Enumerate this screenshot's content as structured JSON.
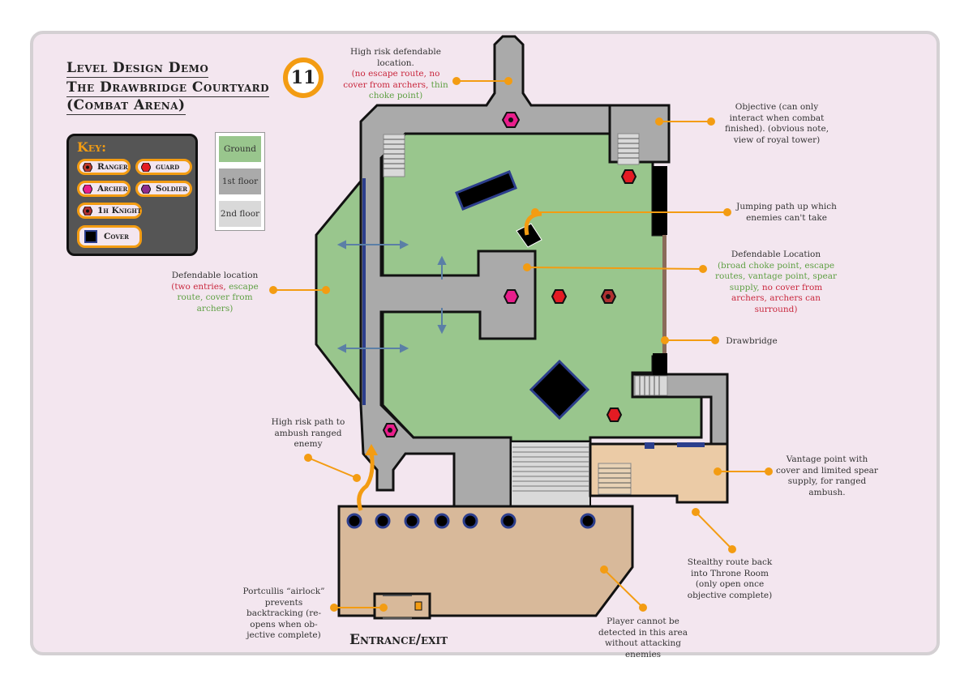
{
  "title": {
    "line1": "Level Design Demo",
    "line2": "The Drawbridge Courtyard",
    "line3": "(Combat Arena)"
  },
  "level_number": "11",
  "key": {
    "title": "Key:",
    "items": [
      {
        "label": "Ranger",
        "color": "#c0392b",
        "style": "ringed"
      },
      {
        "label": "guard",
        "color": "#e31b23",
        "style": "solid"
      },
      {
        "label": "Archer",
        "color": "#e91e8c",
        "style": "solid"
      },
      {
        "label": "Soldier",
        "color": "#8e2c8c",
        "style": "solid"
      },
      {
        "label": "1h Knight",
        "color": "#b03030",
        "style": "ringed"
      },
      {
        "label": "Cover",
        "color": "#000000",
        "style": "cover"
      }
    ]
  },
  "floors": {
    "ground": {
      "label": "Ground",
      "color": "#99c68d"
    },
    "first": {
      "label": "1st floor",
      "color": "#aaaaaa"
    },
    "second": {
      "label": "2nd floor",
      "color": "#d9d9d9"
    }
  },
  "colors": {
    "accent": "#f39c12",
    "wall": "#111111",
    "sand": "#d8b99a",
    "vantage": "#ebcba6",
    "banner": "#2c3e8c"
  },
  "notes": {
    "high_risk_location": {
      "title": "High risk defendable location.",
      "cons": "(no escape route, no cover from archers,",
      "pros": "thin choke point)"
    },
    "objective": {
      "text": "Objective (can only interact when combat finished). (obvious note, view of royal tower)"
    },
    "jumping_path": {
      "text": "Jumping path up which enemies can't take"
    },
    "defendable_location_right": {
      "title": "Defendable Location",
      "pros": "(broad choke point, escape routes, vantage point, spear supply,",
      "cons": "no cover from archers, archers can surround)"
    },
    "drawbridge": {
      "text": "Drawbridge"
    },
    "defendable_location_left": {
      "title": "Defendable location",
      "cons": "(two entries,",
      "pros": "escape route, cover from archers)"
    },
    "high_risk_path": {
      "text": "High risk path to ambush ranged enemy"
    },
    "vantage_point": {
      "text": "Vantage point with cover and limited spear supply, for ranged ambush."
    },
    "stealthy_route": {
      "text": "Stealthy route back into Throne Room (only open once objective complete)"
    },
    "portcullis": {
      "text": "Portcullis “airlock” prevents backtracking (re-opens when ob-jective complete)"
    },
    "undetected_area": {
      "text": "Player cannot be detected in this area without attacking enemies"
    }
  },
  "entrance_label": "Entrance/exit"
}
